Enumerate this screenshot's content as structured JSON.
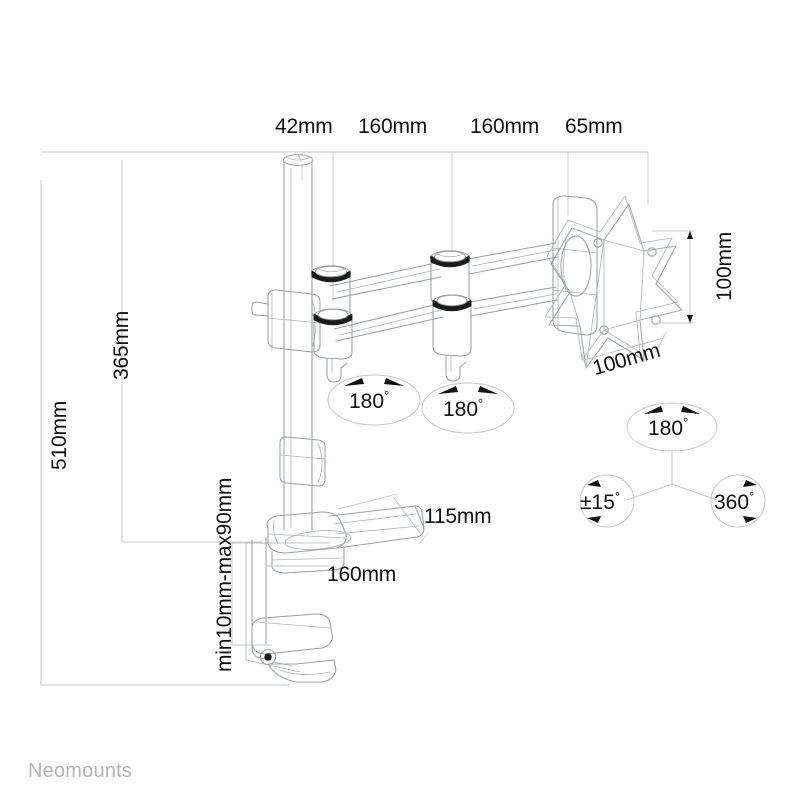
{
  "drawing": {
    "title": "Neomounts desk mount monitor arm - dimensioned technical drawing",
    "background_color": "#ffffff",
    "line_color": "#9aa0a6",
    "text_color": "#111111"
  },
  "brand": {
    "name": "Neomounts",
    "color": "#b4b4b4"
  },
  "dimensions": {
    "top_chain": [
      {
        "id": "seg-42",
        "label": "42mm",
        "value": 42,
        "unit": "mm"
      },
      {
        "id": "seg-160-a",
        "label": "160mm",
        "value": 160,
        "unit": "mm"
      },
      {
        "id": "seg-160-b",
        "label": "160mm",
        "value": 160,
        "unit": "mm"
      },
      {
        "id": "seg-65",
        "label": "65mm",
        "value": 65,
        "unit": "mm"
      }
    ],
    "vertical_left": [
      {
        "id": "height-total",
        "label": "510mm",
        "value": 510,
        "unit": "mm"
      },
      {
        "id": "height-pole",
        "label": "365mm",
        "value": 365,
        "unit": "mm"
      }
    ],
    "clamp_range": {
      "id": "clamp-thickness",
      "label": "min10mm-max90mm",
      "min": 10,
      "max": 90,
      "unit": "mm"
    },
    "base": [
      {
        "id": "base-depth",
        "label": "160mm",
        "value": 160,
        "unit": "mm"
      },
      {
        "id": "arm-offset",
        "label": "115mm",
        "value": 115,
        "unit": "mm"
      }
    ],
    "vesa": [
      {
        "id": "vesa-height",
        "label": "100mm",
        "value": 100,
        "unit": "mm"
      },
      {
        "id": "vesa-width",
        "label": "100mm",
        "value": 100,
        "unit": "mm"
      }
    ]
  },
  "motion_callouts": [
    {
      "id": "arm-joint-1",
      "value": "180",
      "degree": "°",
      "prefix": "",
      "label": "180°"
    },
    {
      "id": "arm-joint-2",
      "value": "180",
      "degree": "°",
      "prefix": "",
      "label": "180°"
    },
    {
      "id": "head-rotate",
      "value": "180",
      "degree": "°",
      "prefix": "",
      "label": "180°"
    },
    {
      "id": "head-tilt",
      "value": "15",
      "degree": "°",
      "prefix": "±",
      "label": "±15°"
    },
    {
      "id": "head-swivel",
      "value": "360",
      "degree": "°",
      "prefix": "",
      "label": "360°"
    }
  ]
}
